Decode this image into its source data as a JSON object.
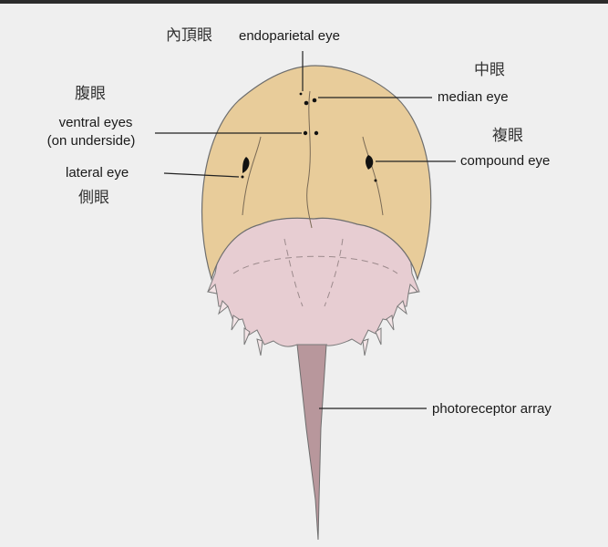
{
  "colors": {
    "carapace_fill": "#e8cc9a",
    "abdomen_fill": "#e7cdd2",
    "telson_fill": "#b8979c",
    "outline": "#6e6e6e",
    "leader_line": "#222222",
    "background": "#efefef"
  },
  "labels": {
    "endoparietal_zh": "內頂眼",
    "endoparietal_en": "endoparietal eye",
    "median_zh": "中眼",
    "median_en": "median eye",
    "ventral_zh": "腹眼",
    "ventral_en_line1": "ventral eyes",
    "ventral_en_line2": "(on underside)",
    "compound_zh": "複眼",
    "compound_en": "compound eye",
    "lateral_en": "lateral eye",
    "lateral_zh": "側眼",
    "photoreceptor_en": "photoreceptor array"
  }
}
